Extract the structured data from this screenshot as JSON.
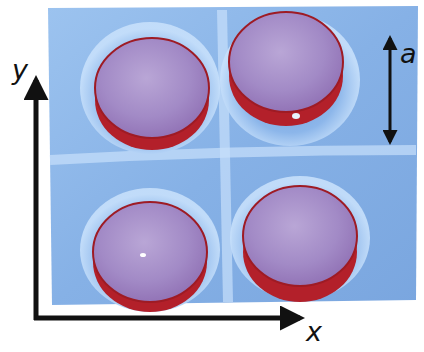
{
  "diagram": {
    "labels": [
      "y",
      "a",
      "x"
    ]
  }
}
